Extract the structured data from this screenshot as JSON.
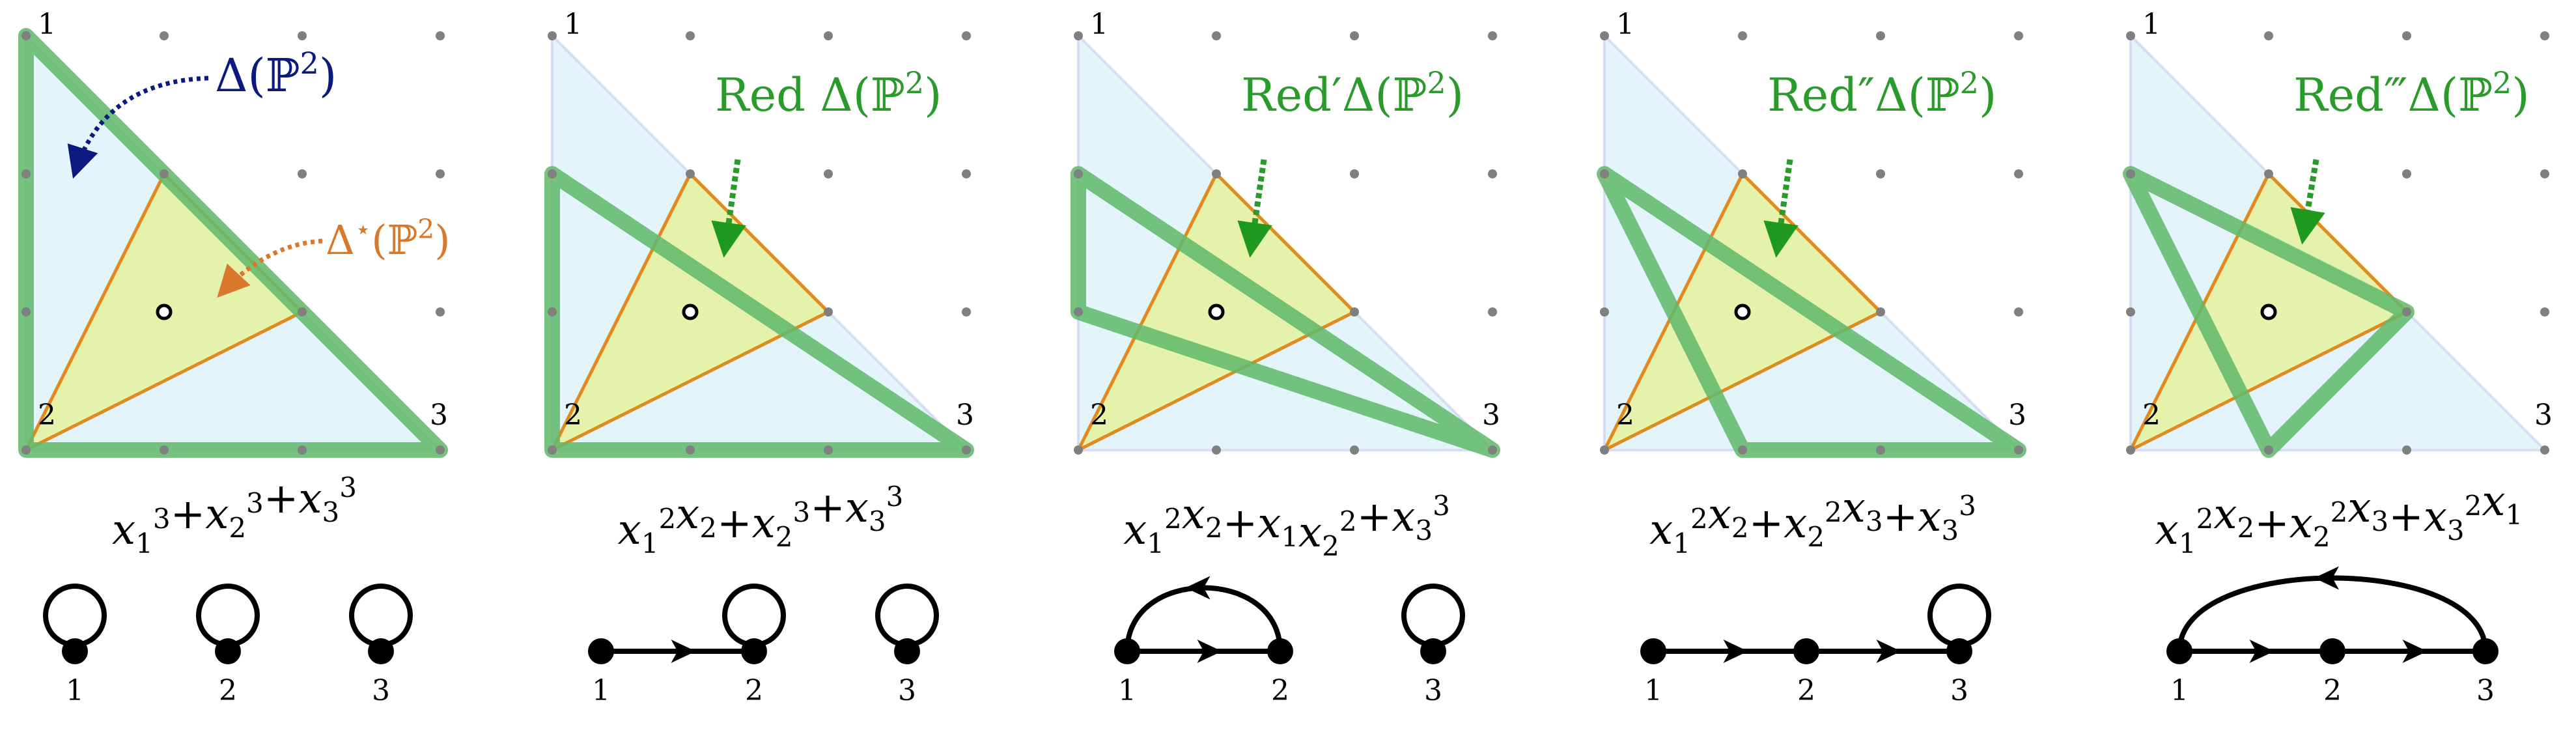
{
  "colors": {
    "grid_dot": "#808080",
    "fill_polytope": "#e3f4fb",
    "edge_polytope": "#d6dcf5",
    "fill_dual": "#e5f1a4",
    "edge_dual": "#e08a1e",
    "green_path": "#63b96c",
    "navy": "#0a1a7e",
    "orange": "#d9782a",
    "green_label": "#2a9a2a",
    "black": "#000000"
  },
  "panels": [
    {
      "corner_labels": [
        "1",
        "2",
        "3"
      ],
      "arrow_label": {
        "text": "Δ(ℙ",
        "sup": "2",
        "close": ")",
        "color": "navy"
      },
      "second_label": {
        "text": "Δ",
        "star": "⋆",
        "mid": "(ℙ",
        "sup": "2",
        "close": ")",
        "color": "orange"
      },
      "polynomial": [
        {
          "base": "x",
          "sub": "1",
          "sup": "3"
        },
        {
          "op": "+",
          "base": "x",
          "sub": "2",
          "sup": "3"
        },
        {
          "op": "+",
          "base": "x",
          "sub": "3",
          "sup": "3"
        }
      ],
      "graph_nodes": [
        "1",
        "2",
        "3"
      ]
    },
    {
      "corner_labels": [
        "1",
        "2",
        "3"
      ],
      "arrow_label": {
        "text": "Red Δ(ℙ",
        "sup": "2",
        "close": ")",
        "color": "green"
      },
      "polynomial": [
        {
          "base": "x",
          "sub": "1",
          "sup": "2"
        },
        {
          "base": "x",
          "sub": "2",
          "sup": ""
        },
        {
          "op": "+",
          "base": "x",
          "sub": "2",
          "sup": "3"
        },
        {
          "op": "+",
          "base": "x",
          "sub": "3",
          "sup": "3"
        }
      ],
      "graph_nodes": [
        "1",
        "2",
        "3"
      ]
    },
    {
      "corner_labels": [
        "1",
        "2",
        "3"
      ],
      "arrow_label": {
        "text": "Red′Δ(ℙ",
        "sup": "2",
        "close": ")",
        "color": "green"
      },
      "polynomial": [
        {
          "base": "x",
          "sub": "1",
          "sup": "2"
        },
        {
          "base": "x",
          "sub": "2",
          "sup": ""
        },
        {
          "op": "+",
          "base": "x",
          "sub": "1",
          "sup": ""
        },
        {
          "base": "x",
          "sub": "2",
          "sup": "2"
        },
        {
          "op": "+",
          "base": "x",
          "sub": "3",
          "sup": "3"
        }
      ],
      "graph_nodes": [
        "1",
        "2",
        "3"
      ]
    },
    {
      "corner_labels": [
        "1",
        "2",
        "3"
      ],
      "arrow_label": {
        "text": "Red″Δ(ℙ",
        "sup": "2",
        "close": ")",
        "color": "green"
      },
      "polynomial": [
        {
          "base": "x",
          "sub": "1",
          "sup": "2"
        },
        {
          "base": "x",
          "sub": "2",
          "sup": ""
        },
        {
          "op": "+",
          "base": "x",
          "sub": "2",
          "sup": "2"
        },
        {
          "base": "x",
          "sub": "3",
          "sup": ""
        },
        {
          "op": "+",
          "base": "x",
          "sub": "3",
          "sup": "3"
        }
      ],
      "graph_nodes": [
        "1",
        "2",
        "3"
      ]
    },
    {
      "corner_labels": [
        "1",
        "2",
        "3"
      ],
      "arrow_label": {
        "text": "Red‴Δ(ℙ",
        "sup": "2",
        "close": ")",
        "color": "green"
      },
      "polynomial": [
        {
          "base": "x",
          "sub": "1",
          "sup": "2"
        },
        {
          "base": "x",
          "sub": "2",
          "sup": ""
        },
        {
          "op": "+",
          "base": "x",
          "sub": "2",
          "sup": "2"
        },
        {
          "base": "x",
          "sub": "3",
          "sup": ""
        },
        {
          "op": "+",
          "base": "x",
          "sub": "3",
          "sup": "2"
        },
        {
          "base": "x",
          "sub": "1",
          "sup": ""
        }
      ],
      "graph_nodes": [
        "1",
        "2",
        "3"
      ]
    }
  ]
}
